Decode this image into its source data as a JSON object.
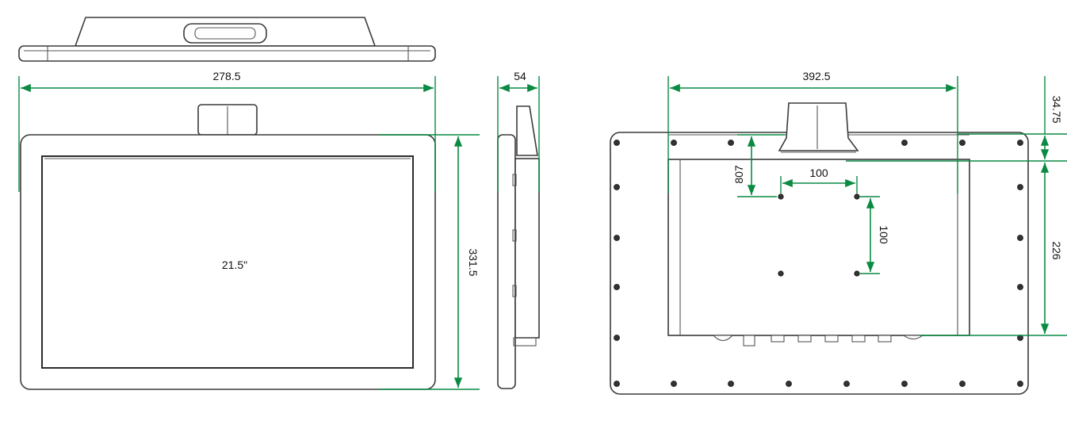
{
  "dimensions": {
    "front_width": "278.5",
    "front_height": "331.5",
    "screen_size": "21.5\"",
    "side_depth": "54",
    "rear_width": "392.5",
    "rear_top_offset": "34.75",
    "rear_mount_height": "226",
    "vesa_horizontal": "100",
    "vesa_vertical": "100",
    "vesa_offset": "807"
  },
  "colors": {
    "dimension_line": "#0a8a43",
    "outline": "#3a3a3a"
  }
}
